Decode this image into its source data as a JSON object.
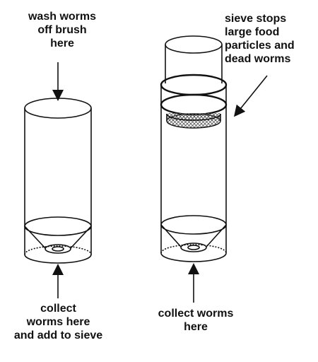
{
  "labels": {
    "wash": "wash worms\noff brush\nhere",
    "sieve": "sieve stops\nlarge food\nparticles and\ndead worms",
    "collect_left": "collect\nworms here\nand add to sieve",
    "collect_right": "collect worms\nhere"
  },
  "colors": {
    "ink": "#111111",
    "background": "#ffffff",
    "mesh": "#555555"
  }
}
